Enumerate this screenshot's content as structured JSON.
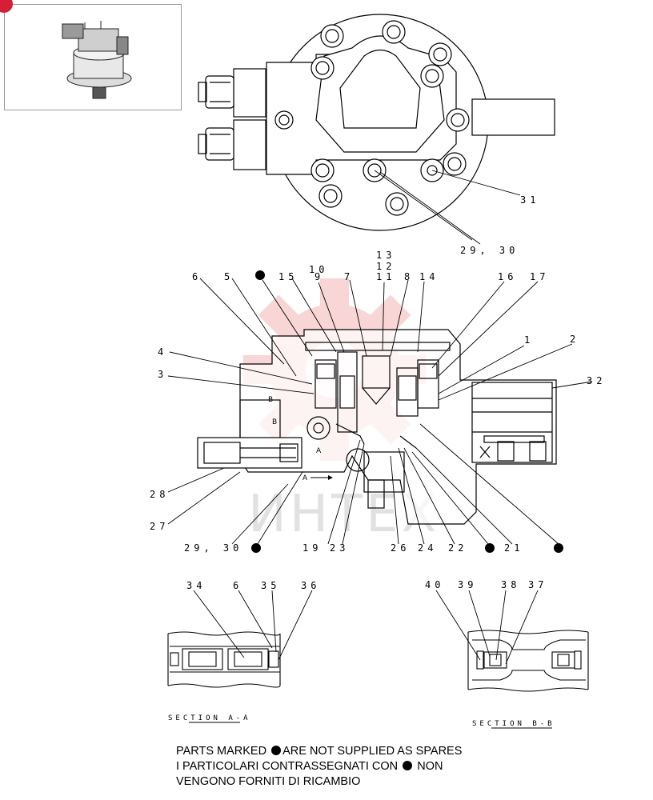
{
  "thumbnail": {
    "icon": "swing-motor-assembly-thumbnail"
  },
  "watermark": {
    "text": "ИНТЕХ",
    "color": "#e8706a"
  },
  "callouts": {
    "c31": "31",
    "c29_30_top": "29, 30",
    "c13": "13",
    "c12": "12",
    "c11": "11",
    "c10": "10",
    "c9": "9",
    "c6": "6",
    "c5": "5",
    "c15": "15",
    "c7": "7",
    "c8": "8",
    "c14": "14",
    "c16": "16",
    "c17": "17",
    "c1": "1",
    "c2": "2",
    "c4": "4",
    "c3": "3",
    "c32": "32",
    "c28": "28",
    "c27": "27",
    "c29_30_bot": "29, 30",
    "c19": "19",
    "c23": "23",
    "c26": "26",
    "c24": "24",
    "c22": "22",
    "c21": "21",
    "c34": "34",
    "c6b": "6",
    "c35": "35",
    "c36": "36",
    "c40": "40",
    "c39": "39",
    "c38": "38",
    "c37": "37"
  },
  "view_marks": {
    "a": "A",
    "b": "B",
    "a_arrow": "A"
  },
  "sections": {
    "aa": "SECTION A-A",
    "bb": "SECTION B-B"
  },
  "footer": {
    "line1_a": "PARTS MARKED",
    "line1_b": "ARE NOT SUPPLIED AS SPARES",
    "line2_a": "I PARTICOLARI CONTRASSEGNATI CON",
    "line2_b": "NON",
    "line3": "VENGONO FORNITI DI RICAMBIO"
  }
}
